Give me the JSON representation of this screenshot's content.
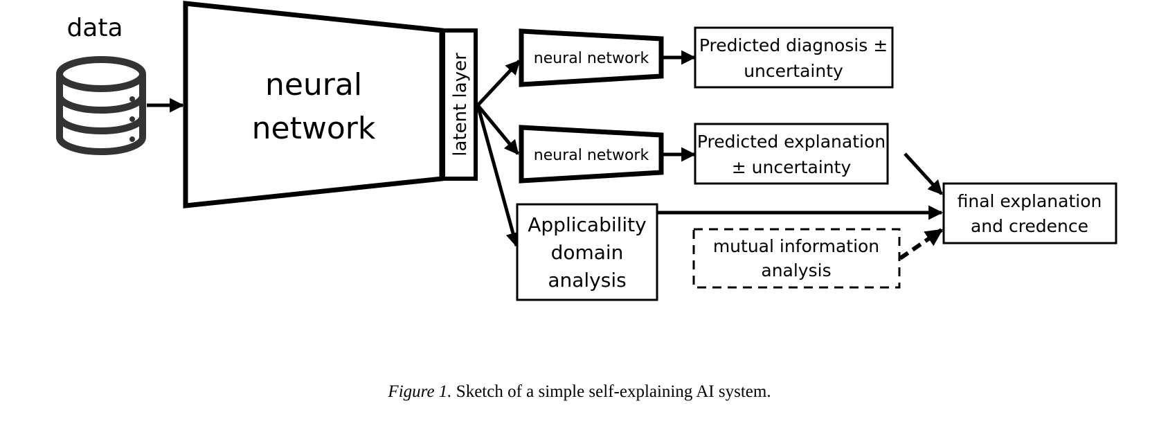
{
  "figure": {
    "caption_prefix": "Figure 1.",
    "caption_text": " Sketch of a simple self-explaining AI system."
  },
  "nodes": {
    "data": {
      "label": "data",
      "icon": "database-icon"
    },
    "main_network": {
      "line1": "neural",
      "line2": "network"
    },
    "latent_layer": {
      "label": "latent layer"
    },
    "network_top": {
      "label": "neural network"
    },
    "network_bottom": {
      "label": "neural network"
    },
    "diagnosis": {
      "line1": "Predicted diagnosis ±",
      "line2": "uncertainty"
    },
    "explanation": {
      "line1": "Predicted explanation",
      "line2": "± uncertainty"
    },
    "applicability": {
      "line1": "Applicability",
      "line2": "domain",
      "line3": "analysis"
    },
    "mutual_info": {
      "line1": "mutual information",
      "line2": "analysis",
      "style": "dashed"
    },
    "final": {
      "line1": "final explanation",
      "line2": "and credence"
    }
  },
  "edges": [
    {
      "from": "data",
      "to": "main_network",
      "style": "solid"
    },
    {
      "from": "latent_layer",
      "to": "network_top",
      "style": "solid"
    },
    {
      "from": "latent_layer",
      "to": "network_bottom",
      "style": "solid"
    },
    {
      "from": "latent_layer",
      "to": "applicability",
      "style": "solid"
    },
    {
      "from": "network_top",
      "to": "diagnosis",
      "style": "solid"
    },
    {
      "from": "network_bottom",
      "to": "explanation",
      "style": "solid"
    },
    {
      "from": "explanation",
      "to": "final",
      "style": "solid"
    },
    {
      "from": "applicability",
      "to": "final",
      "style": "solid"
    },
    {
      "from": "mutual_info",
      "to": "final",
      "style": "dashed"
    }
  ],
  "colors": {
    "stroke": "#000000",
    "icon": "#333333",
    "background": "#ffffff"
  }
}
